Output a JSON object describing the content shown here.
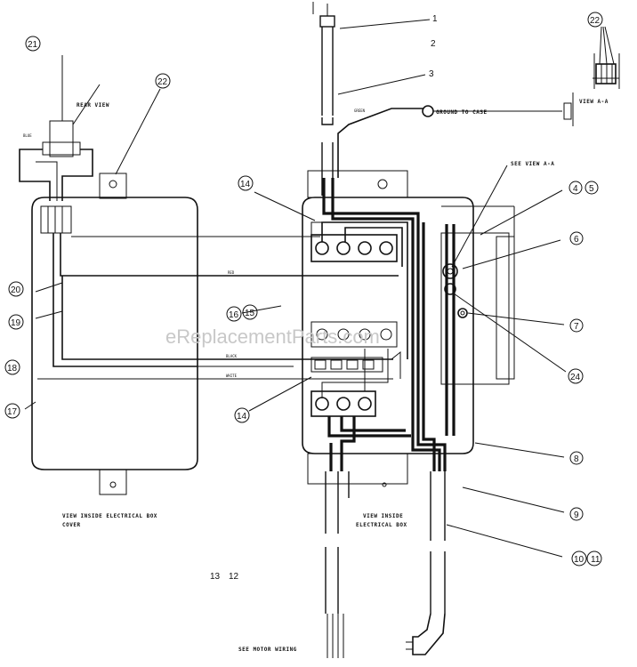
{
  "callouts": {
    "c1": "1",
    "c2": "2",
    "c3": "3",
    "c4": "4",
    "c5": "5",
    "c6": "6",
    "c7": "7",
    "c8": "8",
    "c9": "9",
    "c10": "10",
    "c11": "11",
    "c12": "12",
    "c13": "13",
    "c14a": "14",
    "c14b": "14",
    "c15": "15",
    "c16": "16",
    "c17": "17",
    "c18": "18",
    "c19": "19",
    "c20": "20",
    "c21": "21",
    "c22a": "22",
    "c22b": "22",
    "c24": "24"
  },
  "captions": {
    "rear_view": "REAR VIEW",
    "view_a": "VIEW A-A",
    "see_view_a": "SEE VIEW A-A",
    "ground_to_case": "GROUND TO CASE",
    "box_cover_line1": "VIEW INSIDE ELECTRICAL BOX",
    "box_cover_line2": "COVER",
    "box_inside_line1": "VIEW INSIDE",
    "box_inside_line2": "ELECTRICAL BOX",
    "motor_wiring": "SEE MOTOR WIRING"
  },
  "wire_labels": {
    "red": "RED",
    "black": "BLACK",
    "white": "WHITE",
    "green": "GREEN",
    "blue": "BLUE"
  },
  "watermark": "eReplacementParts.com"
}
